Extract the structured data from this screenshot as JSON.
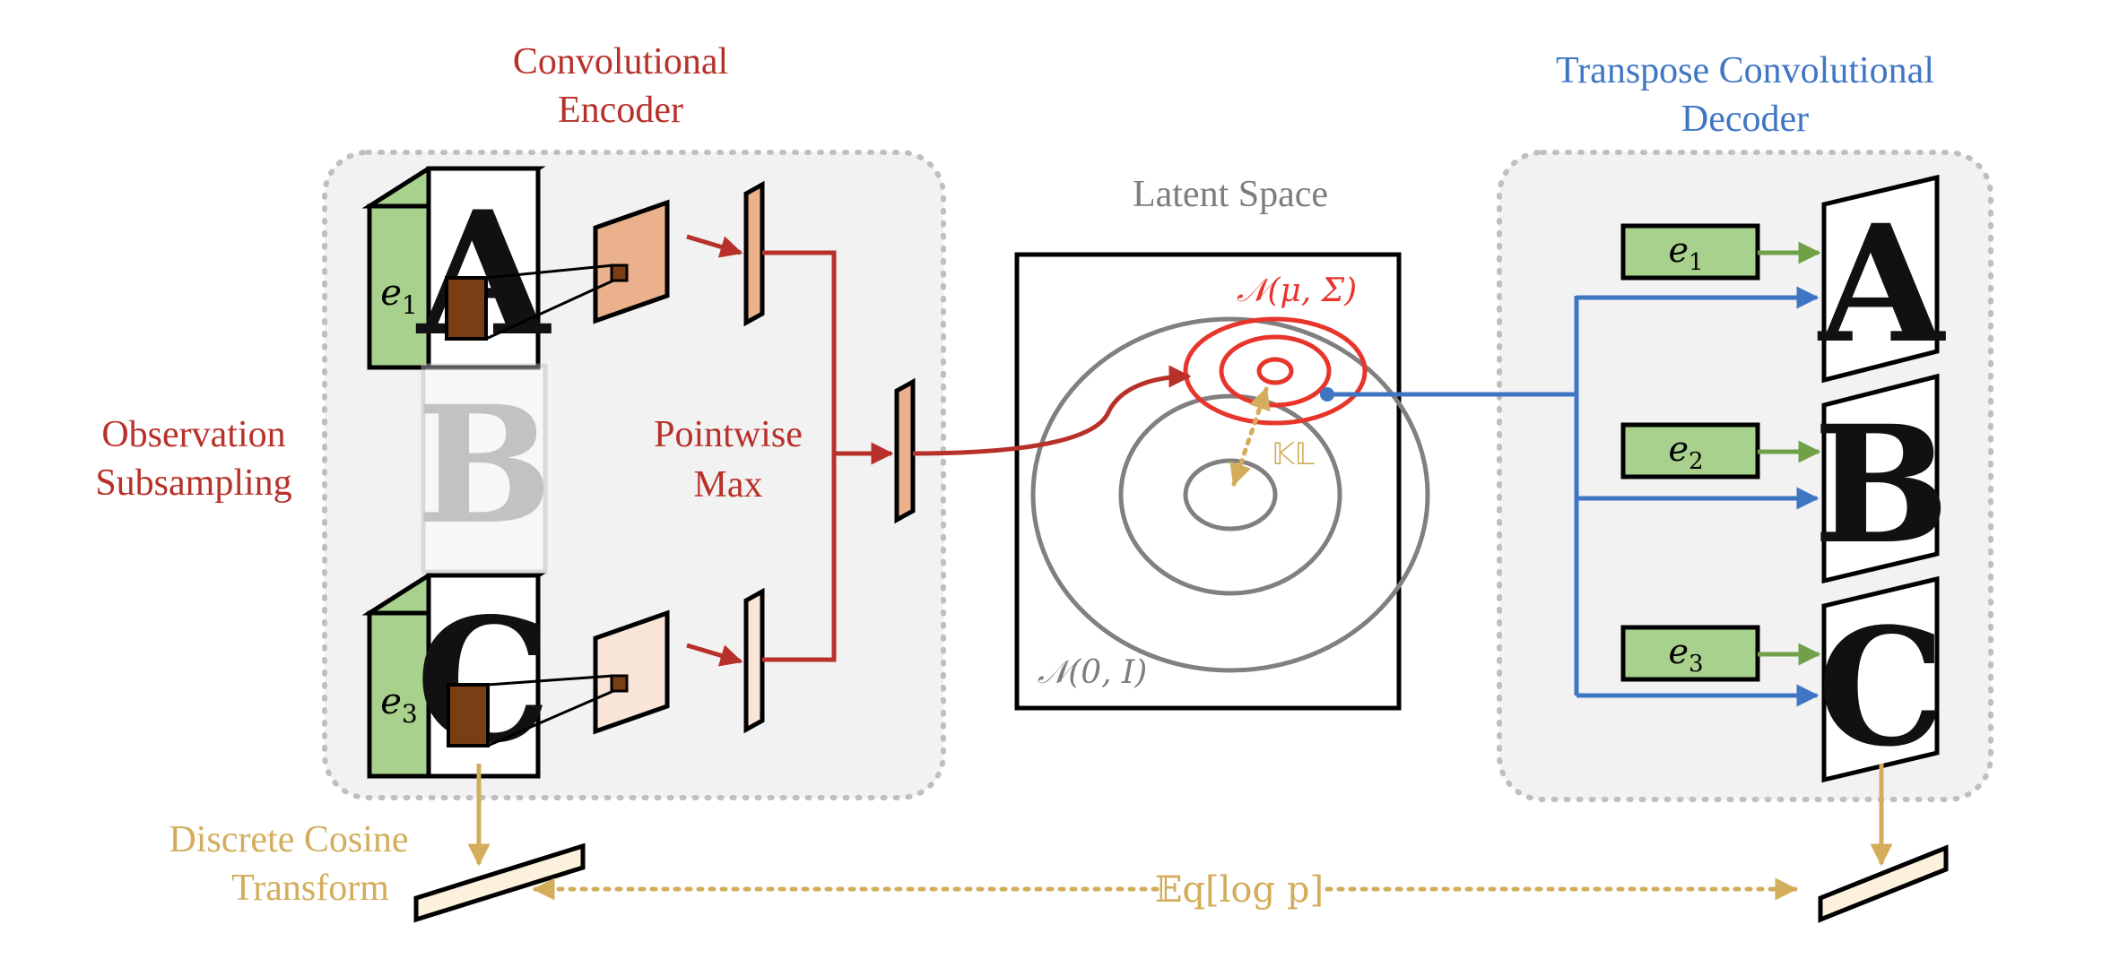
{
  "encoder": {
    "title_line1": "Convolutional",
    "title_line2": "Encoder",
    "pool_line1": "Pointwise",
    "pool_line2": "Max",
    "inputs": [
      {
        "sub": "1",
        "glyph": "A"
      },
      {
        "sub": "3",
        "glyph": "C"
      }
    ]
  },
  "subsampling": {
    "line1": "Observation",
    "line2": "Subsampling",
    "dropped_glyph": "B"
  },
  "latent": {
    "title": "Latent Space",
    "posterior": "𝒩(μ, Σ)",
    "prior": "𝒩(0, I)",
    "kl": "𝕂𝕃"
  },
  "decoder": {
    "title_line1": "Transpose Convolutional",
    "title_line2": "Decoder",
    "outputs": [
      {
        "sub": "1",
        "glyph": "A"
      },
      {
        "sub": "2",
        "glyph": "B"
      },
      {
        "sub": "3",
        "glyph": "C"
      }
    ]
  },
  "dct": {
    "line1": "Discrete Cosine",
    "line2": "Transform"
  },
  "likelihood": "𝔼q[log p]",
  "embedding_symbol": "e",
  "colors": {
    "encoder_red": "#b7312a",
    "decoder_blue": "#3f76c4",
    "embed_green": "#a9d18e",
    "feature_orange": "#eab18c",
    "feature_light": "#f8e5d8",
    "dct_gold": "#d3ad5b",
    "latent_gray": "#7d7d7d",
    "posterior_red": "#e8352b"
  }
}
